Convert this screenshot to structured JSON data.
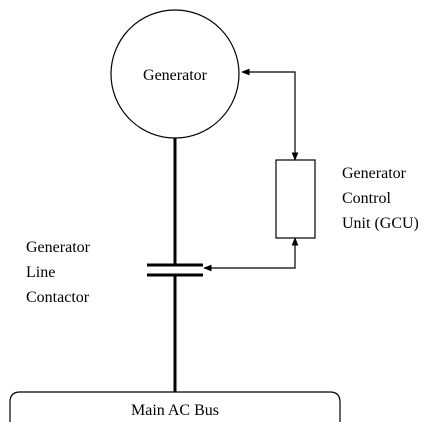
{
  "generator": {
    "label": "Generator"
  },
  "gcu": {
    "label_lines": [
      "Generator",
      "Control",
      "Unit (GCU)"
    ]
  },
  "line_contactor": {
    "label_lines": [
      "Generator",
      "Line",
      "Contactor"
    ]
  },
  "bus": {
    "label": "Main AC Bus"
  }
}
